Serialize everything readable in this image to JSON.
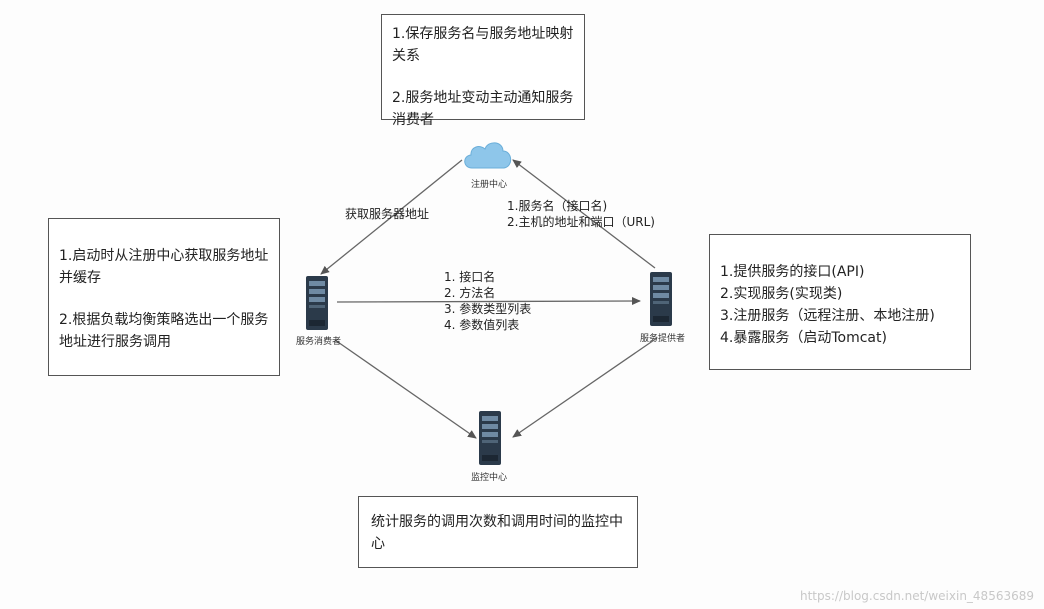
{
  "nodes": {
    "registry": "注册中心",
    "consumer": "服务消费者",
    "provider": "服务提供者",
    "monitor": "监控中心"
  },
  "notes": {
    "registry": [
      "1.保存服务名与服务地址映射关系",
      "2.服务地址变动主动通知服务消费者"
    ],
    "consumer": [
      "1.启动时从注册中心获取服务地址并缓存",
      "2.根据负载均衡策略选出一个服务地址进行服务调用"
    ],
    "provider": [
      "1.提供服务的接口(API)",
      "2.实现服务(实现类)",
      "3.注册服务（远程注册、本地注册)",
      "4.暴露服务（启动Tomcat)"
    ],
    "monitor": [
      "统计服务的调用次数和调用时间的监控中心"
    ]
  },
  "edges": {
    "consumer_to_registry": "获取服务器地址",
    "provider_to_registry": [
      "1.服务名（接口名)",
      "2.主机的地址和端口（URL)"
    ],
    "consumer_to_provider": [
      "1. 接口名",
      "2. 方法名",
      "3. 参数类型列表",
      "4. 参数值列表"
    ]
  },
  "watermark": "https://blog.csdn.net/weixin_48563689",
  "colors": {
    "server_dark": "#2b3a4a",
    "server_light": "#6f8aa3",
    "cloud": "#8ec6ea",
    "line": "#666666"
  }
}
